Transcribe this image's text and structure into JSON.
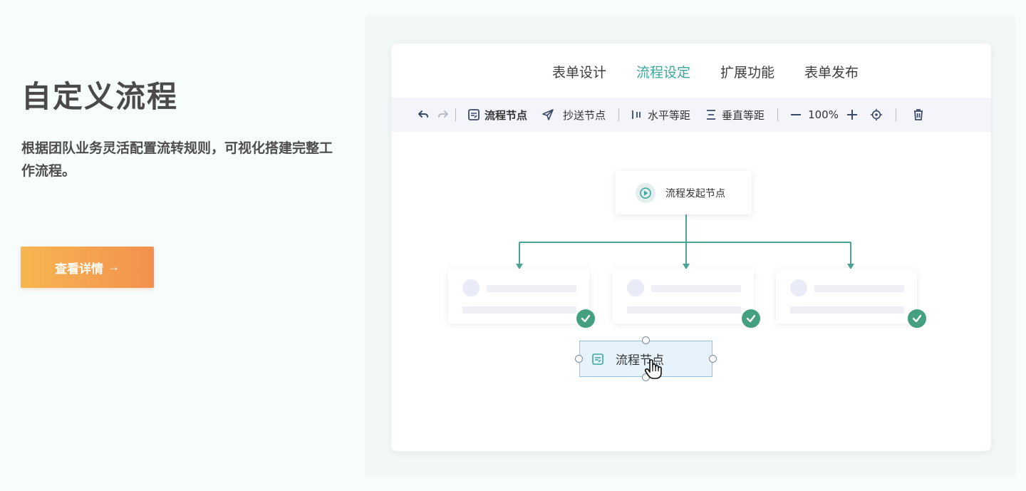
{
  "hero": {
    "title": "自定义流程",
    "description": "根据团队业务灵活配置流转规则，可视化搭建完整工作流程。",
    "cta_label": "查看详情",
    "cta_arrow": "→"
  },
  "tabs": [
    {
      "label": "表单设计",
      "active": false
    },
    {
      "label": "流程设定",
      "active": true
    },
    {
      "label": "扩展功能",
      "active": false
    },
    {
      "label": "表单发布",
      "active": false
    }
  ],
  "toolbar": {
    "flow_node": "流程节点",
    "cc_node": "抄送节点",
    "h_space": "水平等距",
    "v_space": "垂直等距",
    "zoom": "100%"
  },
  "canvas": {
    "start_node_label": "流程发起节点",
    "drag_node_label": "流程节点"
  },
  "colors": {
    "accent": "#3aa89c",
    "check": "#44a07f",
    "cta_start": "#f6b650",
    "cta_end": "#f2914f"
  },
  "icons": [
    "undo-icon",
    "redo-icon",
    "form-icon",
    "send-icon",
    "h-space-icon",
    "v-space-icon",
    "zoom-out-icon",
    "zoom-in-icon",
    "locate-icon",
    "trash-icon",
    "play-icon",
    "check-icon",
    "hand-cursor-icon"
  ]
}
